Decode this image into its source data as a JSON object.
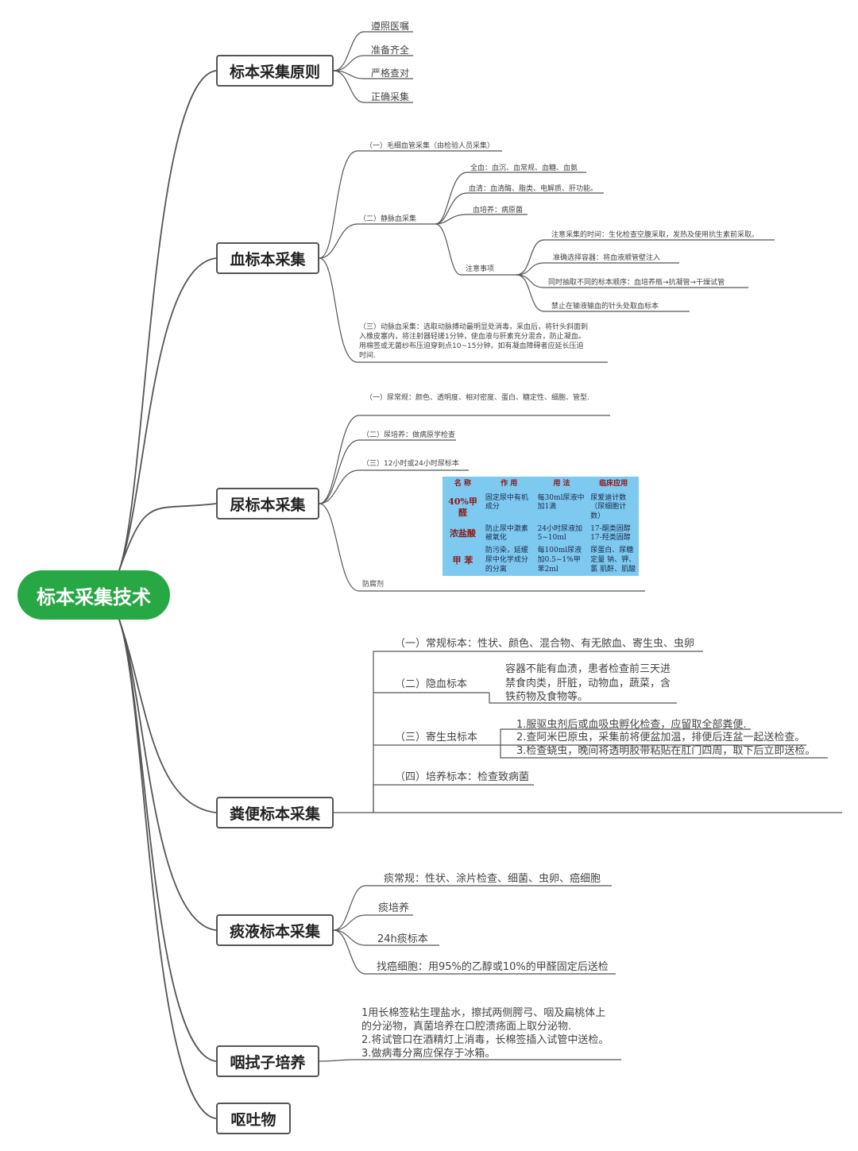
{
  "root": {
    "label": "标本采集技术"
  },
  "categories": {
    "principle": {
      "label": "标本采集原则",
      "items": [
        "遵照医嘱",
        "准备齐全",
        "严格查对",
        "正确采集"
      ]
    },
    "blood": {
      "label": "血标本采集",
      "capillary": "（一）毛细血管采集（由检验人员采集）",
      "venous": "（二）静脉血采集",
      "venous_items": [
        "全血：血沉、血常规、血糖、血氨",
        "血清：血清酶、脂类、电解质、肝功能。",
        "血培养：病原菌"
      ],
      "notes_label": "注意事项",
      "notes": [
        "注意采集的时间：生化检查空腹采取，发热及使用抗生素前采取。",
        "准确选择容器：将血液顺管壁注入",
        "同时抽取不同的标本顺序：血培养瓶→抗凝管→干燥试管",
        "禁止在输液输血的针头处取血标本"
      ],
      "arterial": "（三）动脉血采集：选取动脉搏动最明显处消毒，采血后，将针头斜面刺入橡皮塞内，将注射器轻搓1分钟，使血液与肝素充分混合，防止凝血。用棉签或无菌纱布压迫穿刺点10~15分钟。如有凝血障碍者应延长压迫时间."
    },
    "urine": {
      "label": "尿标本采集",
      "routine": "（一）尿常规：颜色、透明度、相对密度、蛋白、糖定性、细胞、管型.",
      "culture": "（二）尿培养：做病原学检查",
      "timed": "（三）12小时或24小时尿标本",
      "preservative_label": "防腐剂",
      "table": {
        "headers": [
          "名 称",
          "作 用",
          "用 法",
          "临床应用"
        ],
        "rows": [
          [
            "40%甲醛",
            "固定尿中有机成分",
            "每30ml尿液中加1滴",
            "尿爱迪计数（尿细胞计数）"
          ],
          [
            "浓盐酸",
            "防止尿中激素被氧化",
            "24小时尿液加5~10ml",
            "17-酮类固醇 17-羟类固醇"
          ],
          [
            "甲 苯",
            "防污染，延缓尿中化学成分的分离",
            "每100ml尿液加0.5~1%甲苯2ml",
            "尿蛋白、尿糖定量 钠、钾、氯 肌酐、肌酸"
          ]
        ]
      }
    },
    "stool": {
      "label": "粪便标本采集",
      "routine": "（一）常规标本：性状、颜色、混合物、有无脓血、寄生虫、虫卵",
      "occult": "（二）隐血标本",
      "occult_note": "容器不能有血渍，患者检查前三天进禁食肉类，肝脏，动物血，蔬菜，含铁药物及食物等。",
      "parasite": "（三）寄生虫标本",
      "parasite_notes": [
        "1.服驱虫剂后或血吸虫孵化检查，应留取全部粪便.",
        "2.查阿米巴原虫，采集前将便盆加温，排便后连盆一起送检查。",
        "3.检查蛲虫，晚间将透明胶带粘贴在肛门四周，取下后立即送检。"
      ],
      "culture": "（四）培养标本：检查致病菌"
    },
    "sputum": {
      "label": "痰液标本采集",
      "items": [
        "痰常规：性状、涂片检查、细菌、虫卵、癌细胞",
        "痰培养",
        "24h痰标本",
        "找癌细胞：用95%的乙醇或10%的甲醛固定后送检"
      ]
    },
    "throat": {
      "label": "咽拭子培养",
      "note": "1用长棉签粘生理盐水，擦拭两侧腭弓、咽及扁桃体上的分泌物，真菌培养在口腔溃疡面上取分泌物.\n2.将试管口在酒精灯上消毒，长棉签插入试管中送检。\n3.做病毒分离应保存于冰箱。"
    },
    "vomit": {
      "label": "呕吐物"
    }
  },
  "colors": {
    "root": "#27a844",
    "line": "#555555",
    "table_bg": "#7ec9f0",
    "table_head": "#8b1a1a"
  }
}
